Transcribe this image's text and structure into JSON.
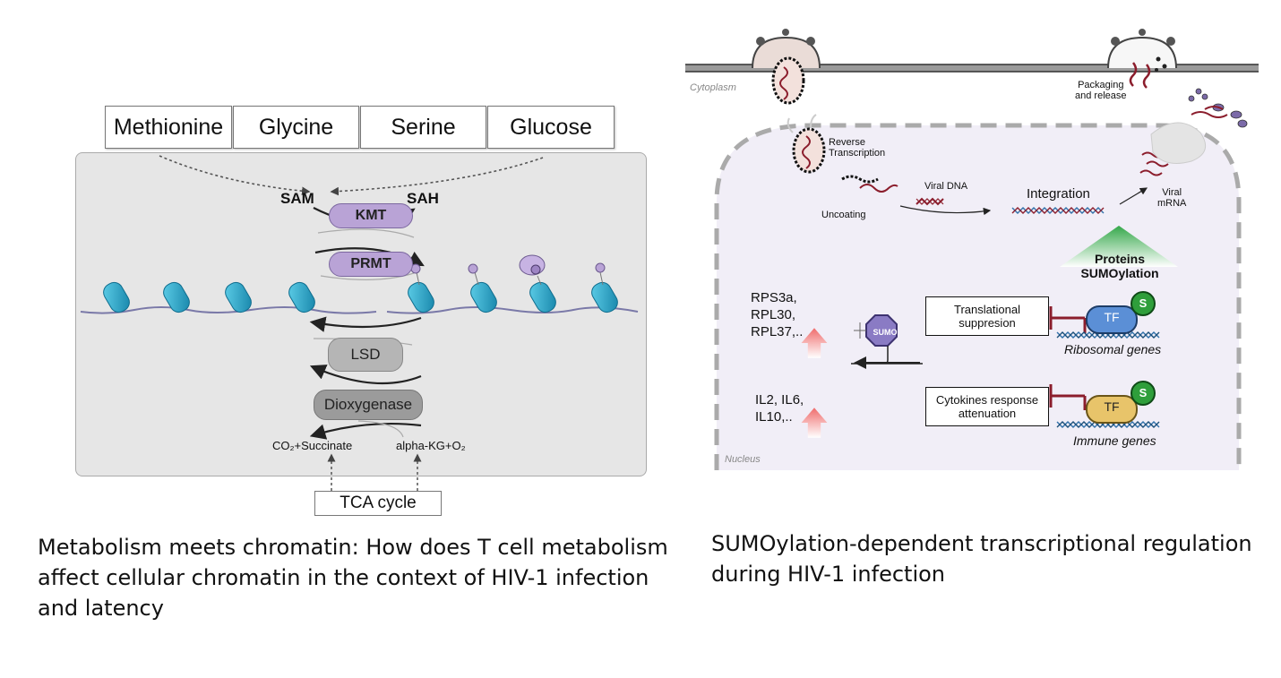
{
  "left": {
    "substrates": [
      "Methionine",
      "Glycine",
      "Serine",
      "Glucose"
    ],
    "sam": "SAM",
    "sah": "SAH",
    "kmt": "KMT",
    "prmt": "PRMT",
    "lsd": "LSD",
    "dioxygenase": "Dioxygenase",
    "co2": "CO₂+Succinate",
    "akg": "alpha-KG+O₂",
    "tca": "TCA cycle",
    "caption_lines": [
      "Metabolism meets chromatin: How does T cell metabolism",
      "affect cellular chromatin in the context of HIV-1 infection",
      "and latency"
    ]
  },
  "right": {
    "cytoplasm": "Cytoplasm",
    "nucleus": "Nucleus",
    "packaging": [
      "Packaging",
      "and release"
    ],
    "reverse_transcription": [
      "Reverse",
      "Transcription"
    ],
    "uncoating": "Uncoating",
    "viral_dna": "Viral DNA",
    "integration": "Integration",
    "viral_mrna": [
      "Viral",
      "mRNA"
    ],
    "proteins_sumoylation": [
      "Proteins",
      "SUMOylation"
    ],
    "ribosomal_proteins": [
      "RPS3a,",
      "RPL30,",
      "RPL37,.."
    ],
    "cytokines": [
      "IL2, IL6,",
      "IL10,.."
    ],
    "sumo": "SUMO",
    "translational_box": [
      "Translational",
      "suppresion"
    ],
    "cytokine_box": [
      "Cytokines response",
      "attenuation"
    ],
    "tf": "TF",
    "s": "S",
    "ribosomal_genes": "Ribosomal genes",
    "immune_genes": "Immune genes",
    "caption_lines": [
      "SUMOylation-dependent transcriptional regulation",
      "during HIV-1 infection"
    ]
  },
  "colors": {
    "kmt_pill": "#b9a3d6",
    "lsd_pill": "#b5b5b5",
    "nucleosome": "#2aa7c9",
    "tf_blue": "#5b8fd6",
    "tf_yellow": "#e8c46a",
    "sumo_green": "#2f9e3b",
    "dna_blue": "#2f6fa8",
    "inhibit_red": "#8b1d2c",
    "nucleus_bg": "#f1eef7"
  }
}
